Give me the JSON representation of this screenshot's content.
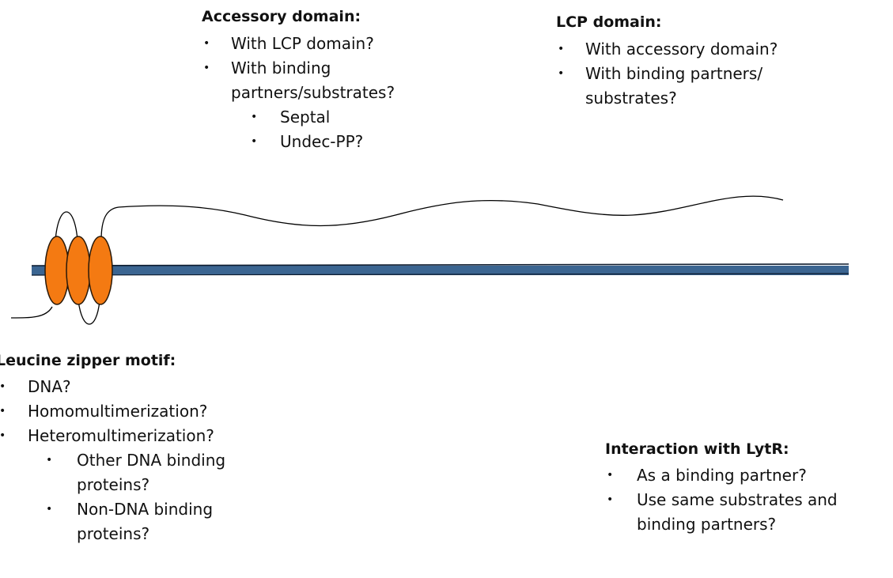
{
  "accessory": {
    "heading": "Accessory domain:",
    "items": [
      "With LCP domain?",
      "With binding partners/substrates?",
      "Septal",
      "Undec-PP?"
    ]
  },
  "lcp": {
    "heading": "LCP domain:",
    "items": [
      "With accessory domain?",
      "With binding partners/ substrates?"
    ]
  },
  "leucine": {
    "heading": "Leucine zipper motif:",
    "items": [
      "DNA?",
      "Homomultimerization?",
      "Heteromultimerization?",
      "Other DNA binding proteins?",
      "Non-DNA binding proteins?"
    ]
  },
  "lytr": {
    "heading": "Interaction with LytR:",
    "items": [
      "As a binding partner?",
      "Use same substrates and binding partners?"
    ]
  },
  "colors": {
    "membrane": "#3b6591",
    "membrane_edge": "#0d1b2e",
    "helix_fill": "#f47a12",
    "helix_stroke": "#2a1a0a",
    "chain": "#000000"
  },
  "bullet_char": "•"
}
